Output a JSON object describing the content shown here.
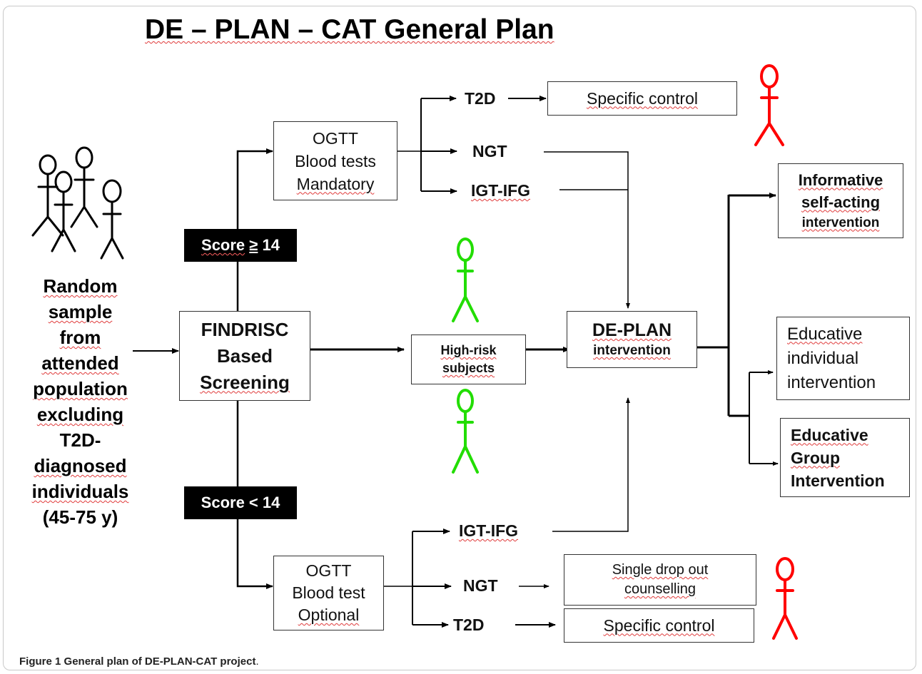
{
  "title": "DE – PLAN – CAT General Plan",
  "population": {
    "lines": [
      "Random",
      "sample",
      "from",
      "attended",
      "population",
      "excluding",
      "T2D-",
      "diagnosed",
      "individuals",
      "(45-75 y)"
    ]
  },
  "screening": {
    "lines": [
      "FINDRISC",
      "Based",
      "Screening"
    ]
  },
  "score_high": {
    "prefix": "Score",
    "symbol": "≥",
    "value": "14"
  },
  "score_low": {
    "text": "Score < 14"
  },
  "ogtt_top": {
    "lines": [
      "OGTT",
      "Blood tests",
      "Mandatory"
    ]
  },
  "ogtt_bottom": {
    "lines": [
      "OGTT",
      "Blood test",
      "Optional"
    ]
  },
  "outcomes_top": {
    "t2d": "T2D",
    "ngt": "NGT",
    "igt": "IGT-IFG"
  },
  "outcomes_bottom": {
    "igt": "IGT-IFG",
    "ngt": "NGT",
    "t2d": "T2D"
  },
  "specific_control": "Specific control",
  "dropout": {
    "lines": [
      "Single drop out",
      "counselling"
    ]
  },
  "high_risk": {
    "lines": [
      "High-risk",
      "subjects"
    ]
  },
  "deplan": {
    "line1": "DE-PLAN",
    "line2": "intervention"
  },
  "interventions": {
    "informative": [
      "Informative",
      "self-acting",
      "intervention"
    ],
    "individual": [
      "Educative",
      "individual",
      "intervention"
    ],
    "group": [
      "Educative",
      "Group",
      "Intervention"
    ]
  },
  "figure_colors": {
    "population": "#000000",
    "excluded": "#ff0000",
    "high_risk": "#22dd00"
  },
  "caption": {
    "label": "Figure 1",
    "text": "General plan of DE-PLAN-CAT project",
    "end": "."
  }
}
